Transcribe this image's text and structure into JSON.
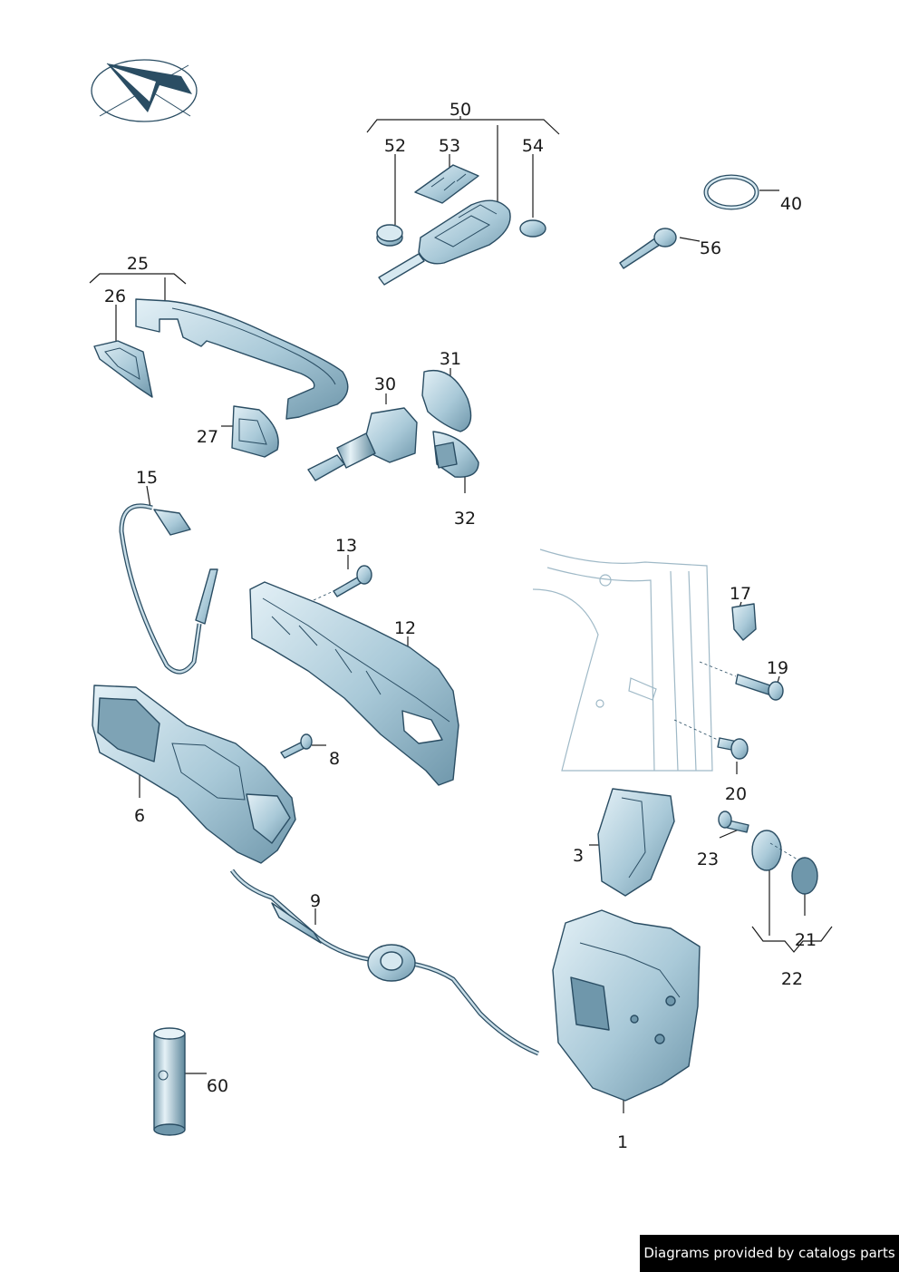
{
  "callouts": {
    "c50": "50",
    "c52": "52",
    "c53": "53",
    "c54": "54",
    "c40": "40",
    "c56": "56",
    "c25": "25",
    "c26": "26",
    "c27": "27",
    "c30": "30",
    "c31": "31",
    "c32": "32",
    "c15": "15",
    "c13": "13",
    "c12": "12",
    "c17": "17",
    "c19": "19",
    "c20": "20",
    "c8": "8",
    "c6": "6",
    "c3": "3",
    "c23": "23",
    "c21": "21",
    "c22": "22",
    "c9": "9",
    "c60": "60",
    "c1": "1"
  },
  "footer": {
    "credit": "Diagrams provided by catalogs parts"
  },
  "colors": {
    "part_fill": "#b7d3e0",
    "part_dark": "#6f97ab",
    "outline": "#2a4d63",
    "text": "#1a1a1a"
  }
}
